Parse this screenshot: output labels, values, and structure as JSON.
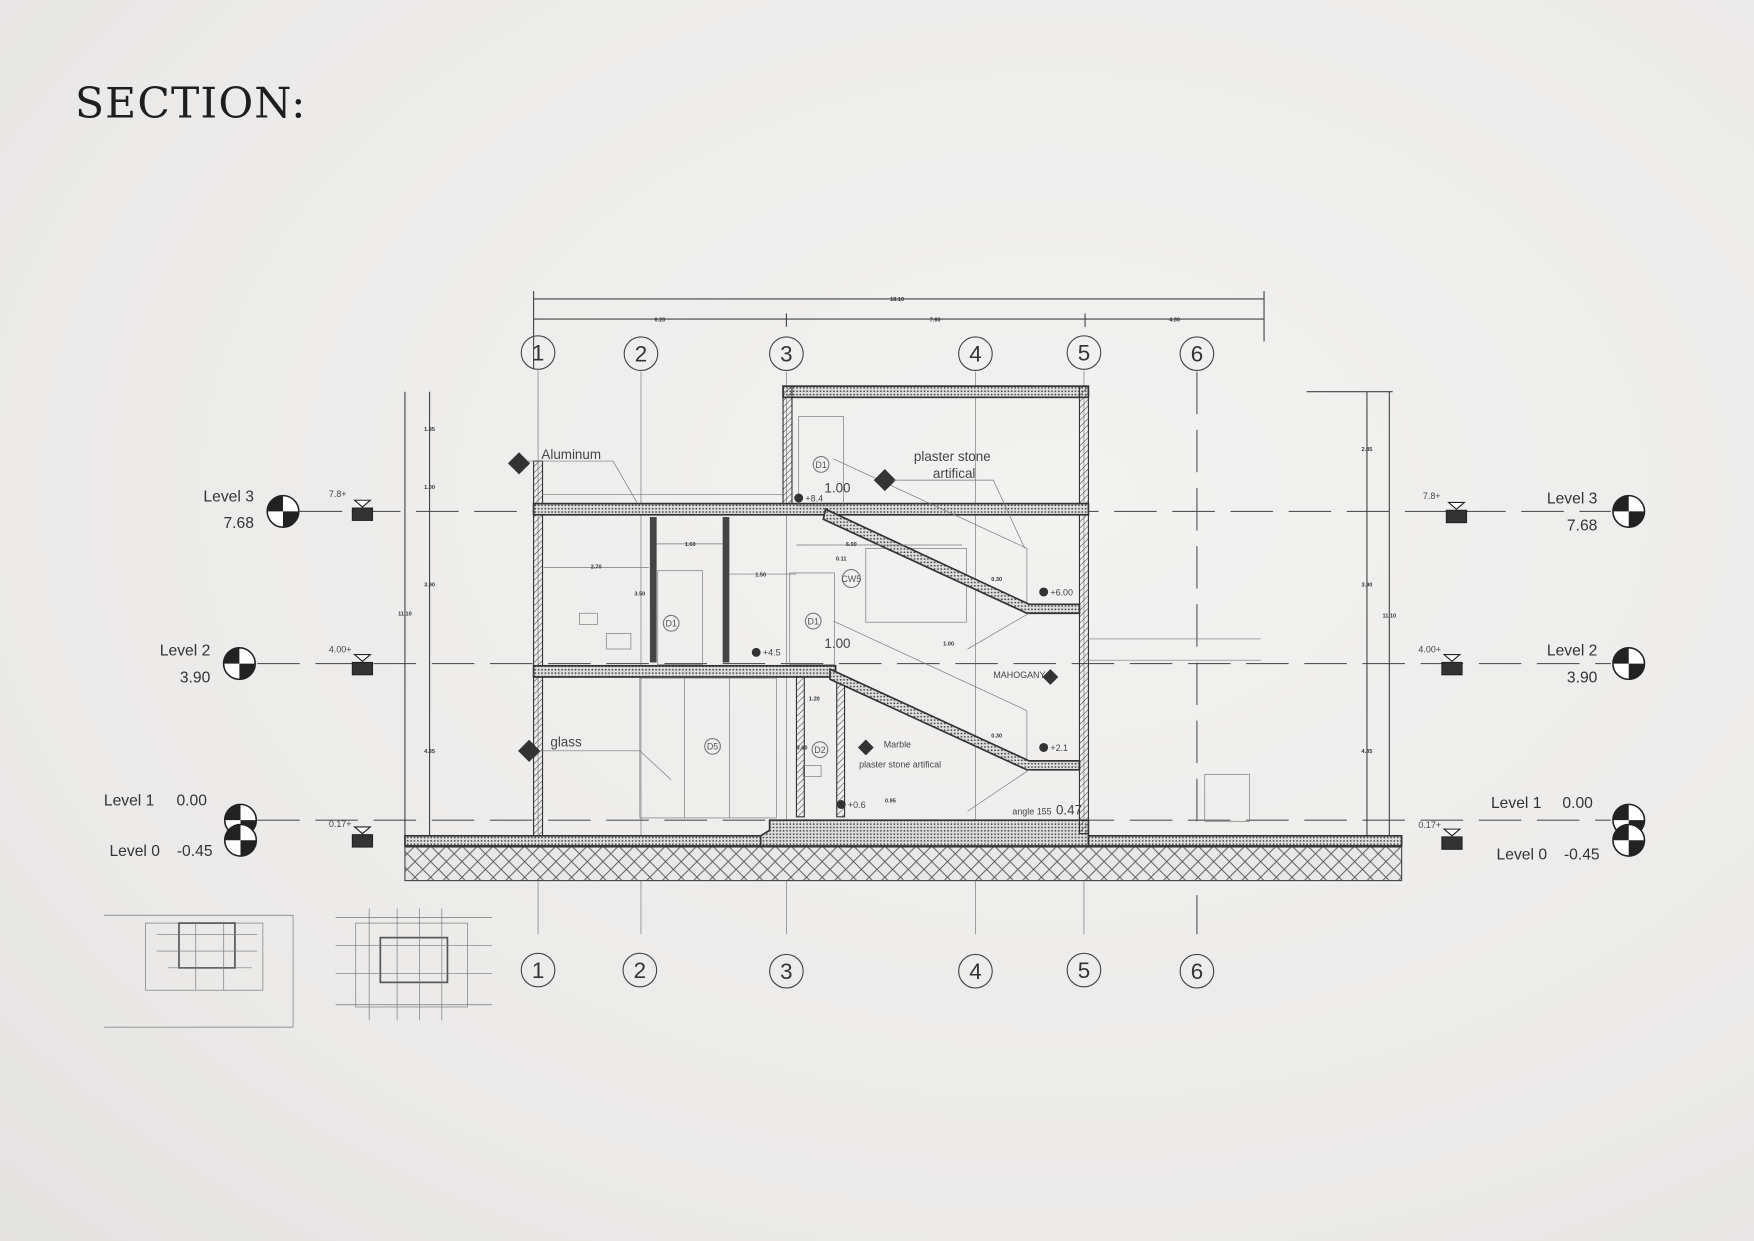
{
  "title": "SECTION:",
  "top_dimensions": {
    "overall": "18.10",
    "segments": [
      "6.20",
      "7.60",
      "4.30"
    ]
  },
  "grid_labels": [
    "1",
    "2",
    "3",
    "4",
    "5",
    "6"
  ],
  "levels_left": [
    {
      "name": "Level 3",
      "value": "7.68",
      "tag": "7.8+"
    },
    {
      "name": "Level 2",
      "value": "3.90",
      "tag": "4.00+"
    },
    {
      "name": "Level 1",
      "value": "0.00",
      "tag": "0.17+"
    },
    {
      "name": "Level 0",
      "value": "-0.45"
    }
  ],
  "levels_right": [
    {
      "name": "Level 3",
      "value": "7.68",
      "tag": "7.8+"
    },
    {
      "name": "Level 2",
      "value": "3.90",
      "tag": "4.00+"
    },
    {
      "name": "Level 1",
      "value": "0.00",
      "tag": "0.17+"
    },
    {
      "name": "Level 0",
      "value": "-0.45"
    }
  ],
  "vertical_dimensions": {
    "left": [
      "1.85",
      "1.00",
      "3.90",
      "4.35",
      "11.10"
    ],
    "right": [
      "2.85",
      "3.90",
      "4.35",
      "11.10"
    ]
  },
  "annotations": {
    "aluminum": "Aluminum",
    "plaster_upper_1": "plaster stone",
    "plaster_upper_2": "artifical",
    "glass": "glass",
    "mahogany": "MAHOGANY",
    "marble": "Marble",
    "plaster_lower": "plaster stone artifical",
    "angle": "angle 155",
    "angle_value": "0.47"
  },
  "spot_elevations": [
    "+8.4",
    "+4.5",
    "+6.00",
    "+2.1",
    "+0.6"
  ],
  "door_tags": [
    "D1",
    "D1",
    "D1",
    "D2",
    "D5",
    "CW5"
  ],
  "interior_dimensions": {
    "d270": "2.70",
    "d160": "1.60",
    "d150": "1.50",
    "d600": "6.00",
    "d011": "0.11",
    "d350": "3.50",
    "d100a": "1.00",
    "d100b": "1.00",
    "d100c": "1.00",
    "d120": "1.20",
    "d360": "3.60",
    "d095": "0.95",
    "d030a": "0.30",
    "d030b": "0.30"
  },
  "colors": {
    "ink": "#333333",
    "paper": "#eeeeed"
  }
}
